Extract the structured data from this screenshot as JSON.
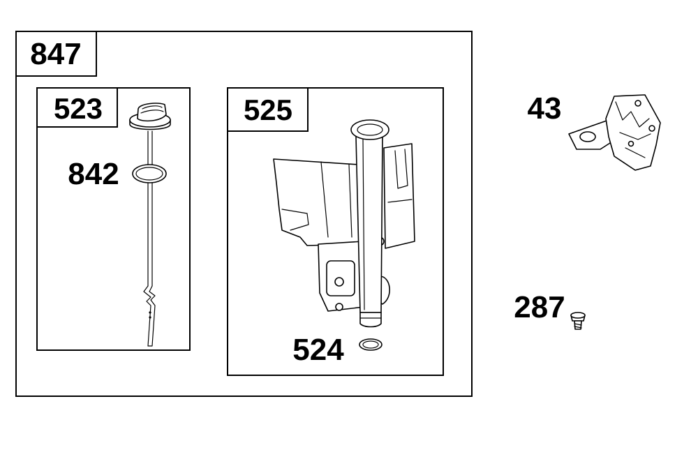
{
  "kit": {
    "number": "847"
  },
  "groups": [
    {
      "id": "dipstick-group",
      "number": "523"
    },
    {
      "id": "fill-tube-group",
      "number": "525"
    }
  ],
  "callouts": {
    "o_ring_dipstick": "842",
    "o_ring_tube": "524",
    "bracket": "43",
    "screw": "287"
  }
}
